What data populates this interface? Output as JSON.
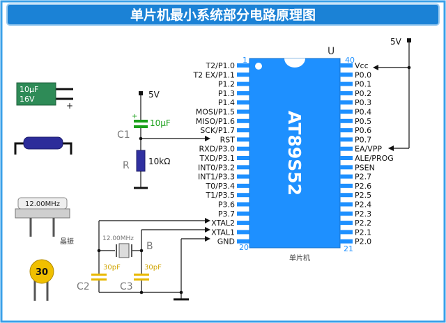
{
  "title": "单片机最小系统部分电路原理图",
  "chip": {
    "name": "AT89S52",
    "ref": "U",
    "caption": "单片机",
    "pin1": "1",
    "pin20": "20",
    "pin21": "21",
    "pin40": "40",
    "left_pins": [
      "T2/P1.0",
      "T2 EX/P1.1",
      "P1.2",
      "P1.3",
      "P1.4",
      "MOSI/P1.5",
      "MISO/P1.6",
      "SCK/P1.7",
      "RST",
      "RXD/P3.0",
      "TXD/P3.1",
      "INT0/P3.2",
      "INT1/P3.3",
      "T0/P3.4",
      "T1/P3.5",
      "P3.6",
      "P3.7",
      "XTAL2",
      "XTAL1",
      "GND"
    ],
    "right_pins": [
      "Vcc",
      "P0.0",
      "P0.1",
      "P0.2",
      "P0.3",
      "P0.4",
      "P0.5",
      "P0.6",
      "P0.7",
      "EA/VPP",
      "ALE/PROG",
      "PSEN",
      "P2.7",
      "P2.6",
      "P2.5",
      "P2.4",
      "P2.3",
      "P2.2",
      "P2.1",
      "P2.0"
    ]
  },
  "power": {
    "vcc_right": "5V",
    "vcc_reset": "5V"
  },
  "reset": {
    "cap_ref": "C1",
    "cap_value": "10μF",
    "res_ref": "R",
    "res_value": "10kΩ",
    "plus": "+"
  },
  "crystal": {
    "ref": "B",
    "value": "12.00MHz",
    "c2_ref": "C2",
    "c3_ref": "C3",
    "c2_value": "30pF",
    "c3_value": "30pF"
  },
  "legend": {
    "electrolytic_line1": "10μF",
    "electrolytic_line2": "16V",
    "electrolytic_plus": "+",
    "crystal_label": "12.00MHz",
    "crystal_caption": "晶振",
    "ceramic_label": "30"
  },
  "colors": {
    "title_bar": "#1b82d6",
    "chip_body": "#1e90ff",
    "frame_border": "#3aa0e8",
    "power_marker": "#e02020",
    "resistor_body": "#3030a0",
    "capacitor_yellow": "#e8b800",
    "capacitor_green": "#1aa01a"
  }
}
